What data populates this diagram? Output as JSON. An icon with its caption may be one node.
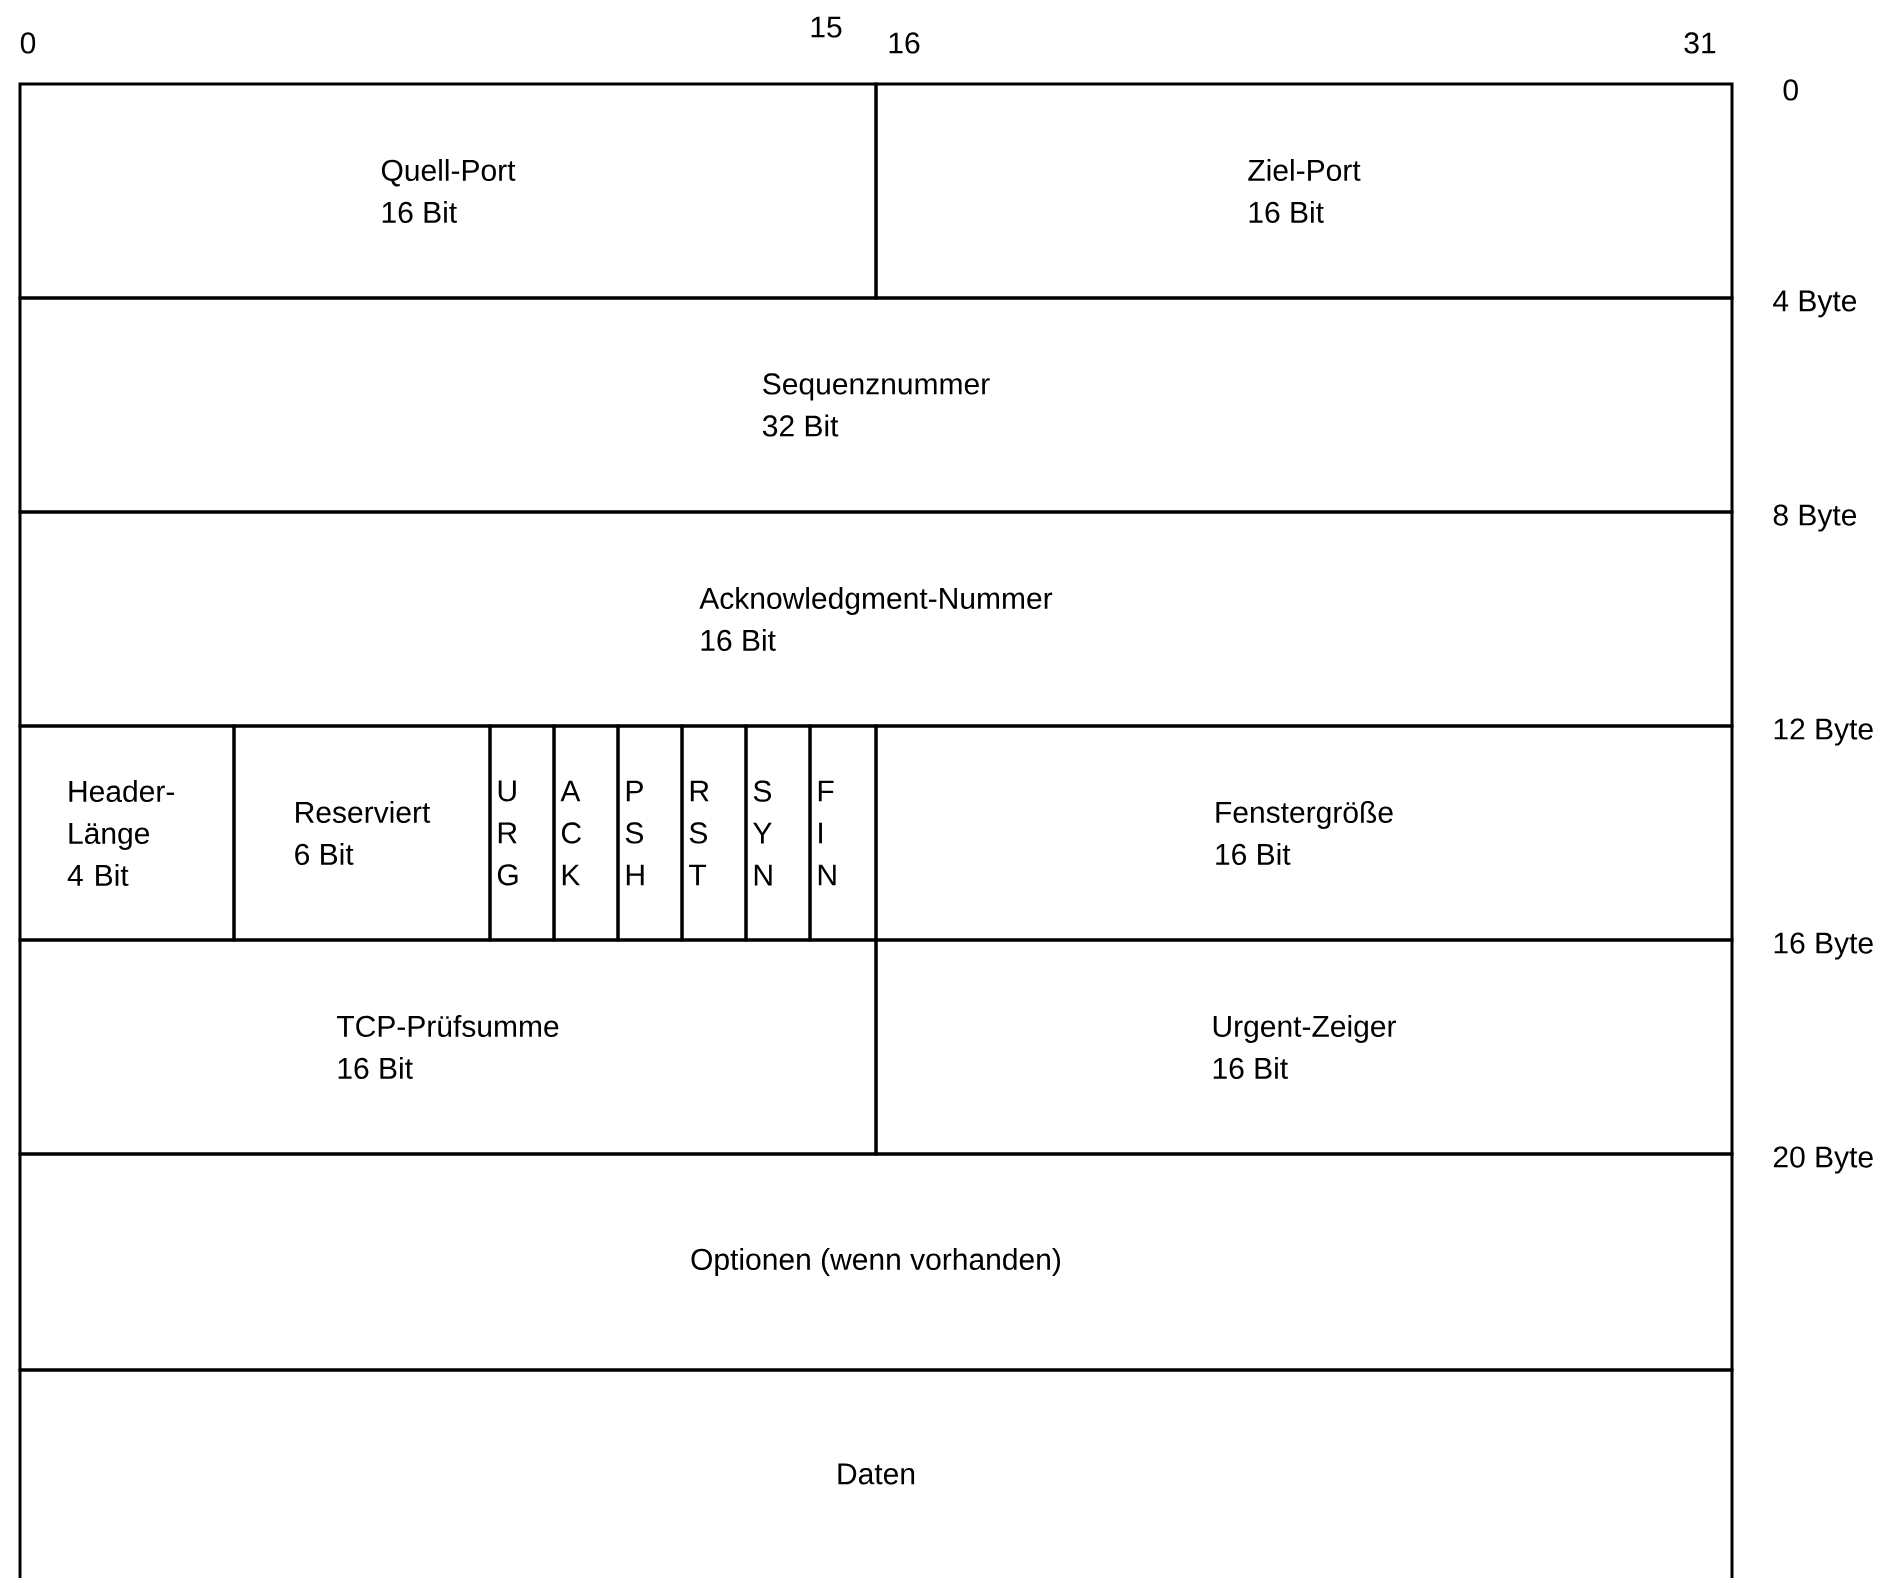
{
  "diagram": {
    "nodes": [
      {
        "text": [
          "Quell-Port",
          "16 Bit"
        ]
      },
      {
        "text": [
          "Ziel-Port",
          "16 Bit"
        ]
      },
      {
        "text": [
          "Sequenznummer",
          "32 Bit"
        ]
      },
      {
        "text": [
          "Acknowledgment-Nummer",
          "16 Bit"
        ]
      },
      {
        "text": [
          "Header-Länge",
          "4 Bit"
        ]
      },
      {
        "text": [
          "Reserviert",
          "6 Bit"
        ]
      },
      {
        "text": [
          "URG"
        ]
      },
      {
        "text": [
          "ACK"
        ]
      },
      {
        "text": [
          "PSH"
        ]
      },
      {
        "text": [
          "RST"
        ]
      },
      {
        "text": [
          "SYN"
        ]
      },
      {
        "text": [
          "FIN"
        ]
      },
      {
        "text": [
          "Fenstergröße",
          "16 Bit"
        ]
      },
      {
        "text": [
          "TCP-Prüfsumme",
          "16 Bit"
        ]
      },
      {
        "text": [
          "Urgent-Zeiger",
          "16 Bit"
        ]
      },
      {
        "text": [
          "Optionen (wenn vorhanden)"
        ]
      },
      {
        "text": [
          "Daten"
        ]
      }
    ],
    "labels": [
      "0",
      "15",
      "16",
      "31",
      "0",
      "4 Byte",
      "8 Byte",
      "12 Byte",
      "16 Byte",
      "20 Byte"
    ]
  }
}
